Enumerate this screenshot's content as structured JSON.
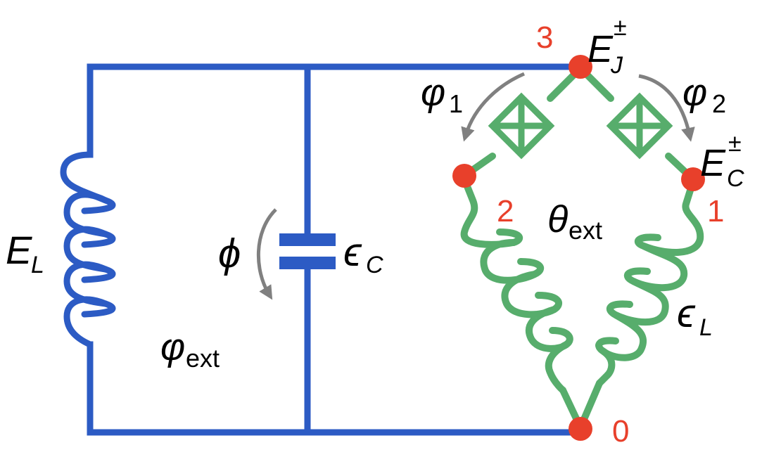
{
  "labels": {
    "EL_main": "E",
    "EL_sub": "L",
    "phi": "ϕ",
    "epsC_main": "ϵ",
    "epsC_sub": "C",
    "varphi_ext_main": "φ",
    "varphi_ext_sub": "ext",
    "theta_ext_main": "θ",
    "theta_ext_sub": "ext",
    "varphi1_main": "φ",
    "varphi1_sub": "1",
    "varphi2_main": "φ",
    "varphi2_sub": "2",
    "EJ_main": "E",
    "EJ_sup": "±",
    "EJ_sub": "J",
    "EC_main": "E",
    "EC_sup": "±",
    "EC_sub": "C",
    "epsL_main": "ϵ",
    "epsL_sub": "L"
  },
  "nodes": [
    "0",
    "1",
    "2",
    "3"
  ],
  "colors": {
    "blue_circuit": "#2c5bc4",
    "green_circuit": "#57ad6c",
    "node": "#e8402b",
    "arrow": "#808080"
  }
}
